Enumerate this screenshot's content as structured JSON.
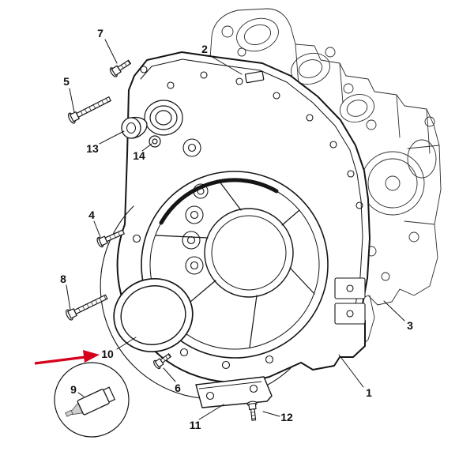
{
  "diagram": {
    "arrow_color": "#d6001c",
    "line_color": "#151515",
    "callouts": [
      {
        "id": "7"
      },
      {
        "id": "5"
      },
      {
        "id": "13"
      },
      {
        "id": "14"
      },
      {
        "id": "2"
      },
      {
        "id": "4"
      },
      {
        "id": "8"
      },
      {
        "id": "10"
      },
      {
        "id": "9"
      },
      {
        "id": "6"
      },
      {
        "id": "11"
      },
      {
        "id": "12"
      },
      {
        "id": "1"
      },
      {
        "id": "3"
      }
    ]
  }
}
